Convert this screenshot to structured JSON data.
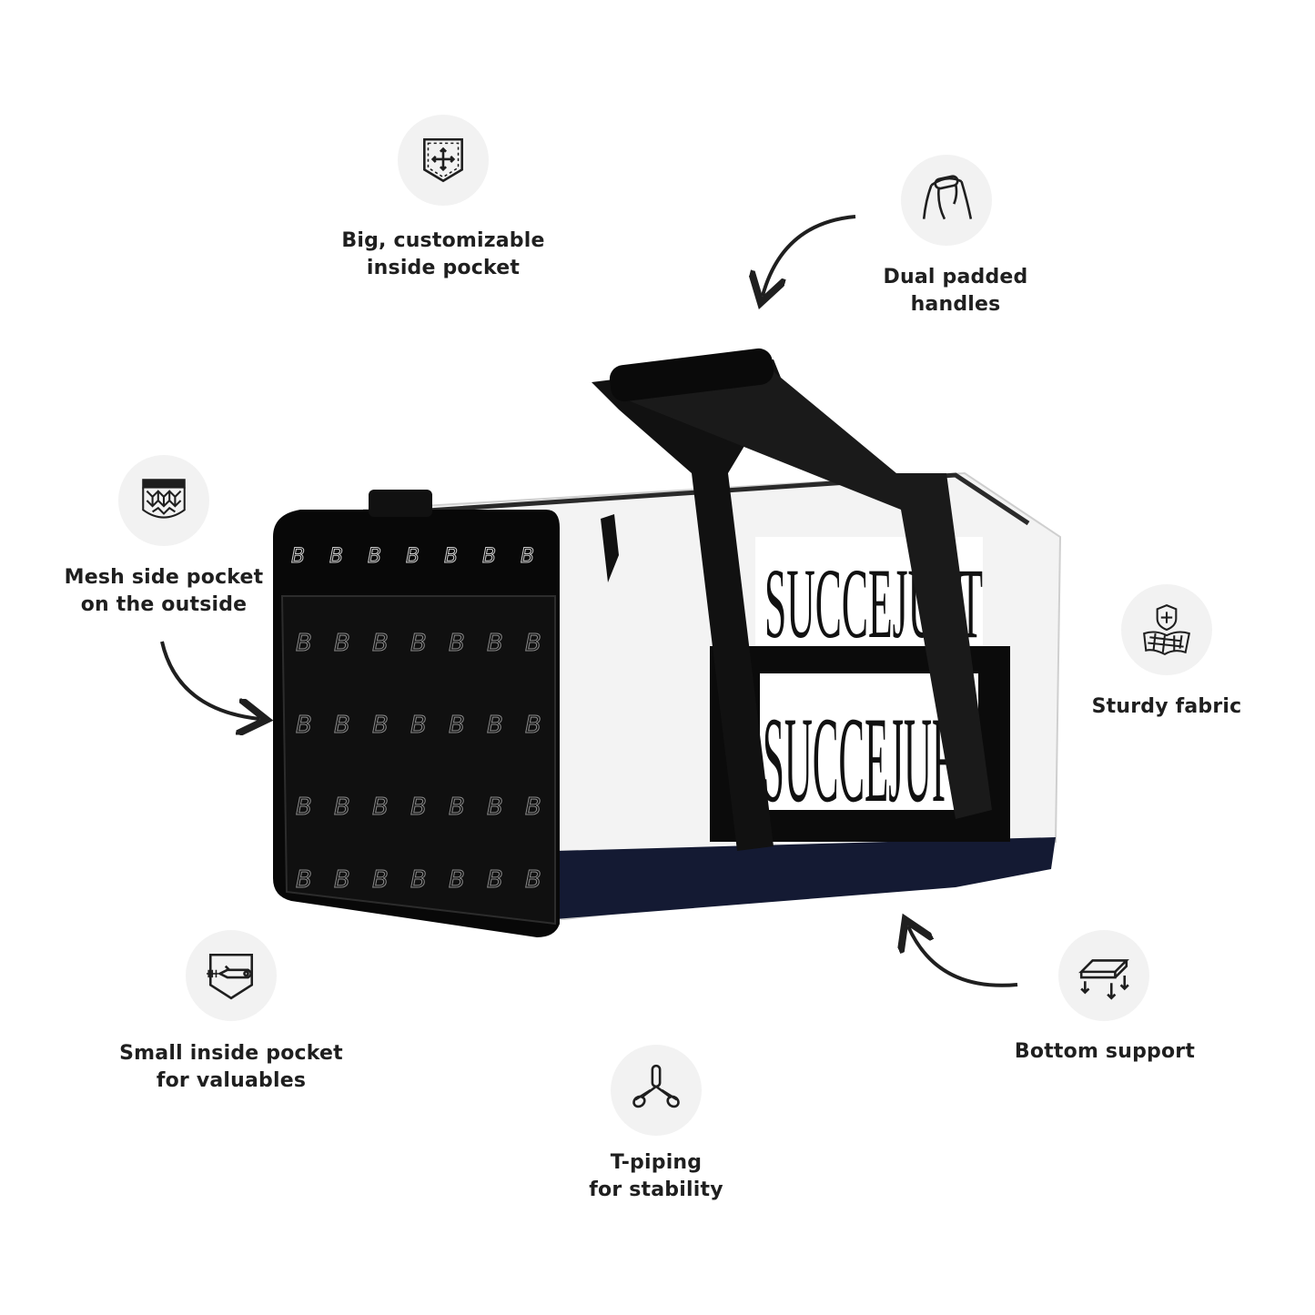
{
  "features": {
    "inside_pocket": {
      "line1": "Big, customizable",
      "line2": "inside pocket",
      "icon": "pocket-arrows-icon"
    },
    "handles": {
      "line1": "Dual padded",
      "line2": "handles",
      "icon": "handle-icon"
    },
    "mesh_pocket": {
      "line1": "Mesh side pocket",
      "line2": "on the outside",
      "icon": "mesh-icon"
    },
    "fabric": {
      "line1": "Sturdy fabric",
      "icon": "fabric-shield-icon"
    },
    "small_pocket": {
      "line1": "Small inside pocket",
      "line2": "for valuables",
      "icon": "zipper-icon"
    },
    "bottom": {
      "line1": "Bottom support",
      "icon": "bottom-support-icon"
    },
    "piping": {
      "line1": "T-piping",
      "line2": "for stability",
      "icon": "t-piping-icon"
    }
  },
  "bag": {
    "print_text": "SUCCEJUFT",
    "monogram": "B"
  },
  "colors": {
    "text": "#1f1f1f",
    "icon_bg": "#f2f2f2",
    "bag_body": "#f2f2f2",
    "bag_end": "#0a0a0a",
    "bag_bottom": "#141a33"
  }
}
